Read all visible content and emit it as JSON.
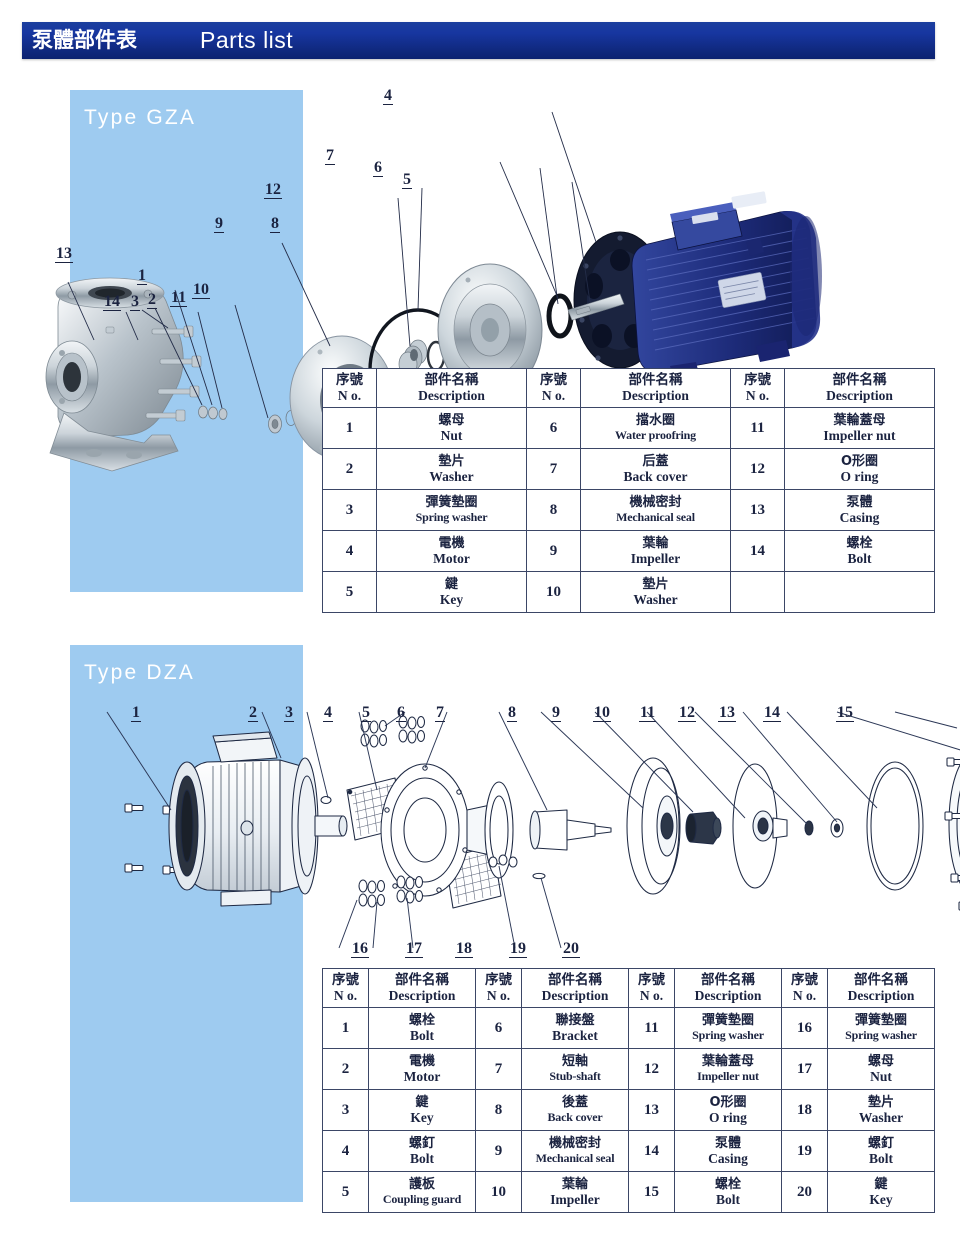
{
  "header": {
    "title_cn": "泵體部件表",
    "title_en": "Parts list",
    "bar_color": "#15309b"
  },
  "panels": {
    "gza_label": "Type GZA",
    "dza_label": "Type DZA",
    "panel_color": "#9ecbf0"
  },
  "gza": {
    "callouts": [
      "1",
      "2",
      "3",
      "4",
      "5",
      "6",
      "7",
      "8",
      "9",
      "10",
      "11",
      "12",
      "13",
      "14"
    ],
    "table": {
      "headers": {
        "no_cn": "序號",
        "no_en": "N o.",
        "desc_cn": "部件名稱",
        "desc_en": "Description"
      },
      "rows": [
        {
          "c1_no": "1",
          "c1_cn": "螺母",
          "c1_en": "Nut",
          "c2_no": "6",
          "c2_cn": "擋水圈",
          "c2_en": "Water proofring",
          "c3_no": "11",
          "c3_cn": "葉輪蓋母",
          "c3_en": "Impeller nut"
        },
        {
          "c1_no": "2",
          "c1_cn": "墊片",
          "c1_en": "Washer",
          "c2_no": "7",
          "c2_cn": "后蓋",
          "c2_en": "Back cover",
          "c3_no": "12",
          "c3_cn": "O形圈",
          "c3_en": "O ring"
        },
        {
          "c1_no": "3",
          "c1_cn": "彈簧墊圈",
          "c1_en": "Spring washer",
          "c2_no": "8",
          "c2_cn": "機械密封",
          "c2_en": "Mechanical seal",
          "c3_no": "13",
          "c3_cn": "泵體",
          "c3_en": "Casing"
        },
        {
          "c1_no": "4",
          "c1_cn": "電機",
          "c1_en": "Motor",
          "c2_no": "9",
          "c2_cn": "葉輪",
          "c2_en": "Impeller",
          "c3_no": "14",
          "c3_cn": "螺栓",
          "c3_en": "Bolt"
        },
        {
          "c1_no": "5",
          "c1_cn": "鍵",
          "c1_en": "Key",
          "c2_no": "10",
          "c2_cn": "墊片",
          "c2_en": "Washer",
          "c3_no": "",
          "c3_cn": "",
          "c3_en": ""
        }
      ]
    }
  },
  "dza": {
    "callouts_top": [
      "1",
      "2",
      "3",
      "4",
      "5",
      "6",
      "7",
      "8",
      "9",
      "10",
      "11",
      "12",
      "13",
      "14",
      "15"
    ],
    "callouts_bottom": [
      "16",
      "17",
      "18",
      "19",
      "20"
    ],
    "table": {
      "headers": {
        "no_cn": "序號",
        "no_en": "N o.",
        "desc_cn": "部件名稱",
        "desc_en": "Description"
      },
      "rows": [
        {
          "c1_no": "1",
          "c1_cn": "螺栓",
          "c1_en": "Bolt",
          "c2_no": "6",
          "c2_cn": "聯接盤",
          "c2_en": "Bracket",
          "c3_no": "11",
          "c3_cn": "彈簧墊圈",
          "c3_en": "Spring washer",
          "c4_no": "16",
          "c4_cn": "彈簧墊圈",
          "c4_en": "Spring washer"
        },
        {
          "c1_no": "2",
          "c1_cn": "電機",
          "c1_en": "Motor",
          "c2_no": "7",
          "c2_cn": "短軸",
          "c2_en": "Stub-shaft",
          "c3_no": "12",
          "c3_cn": "葉輪蓋母",
          "c3_en": "Impeller nut",
          "c4_no": "17",
          "c4_cn": "螺母",
          "c4_en": "Nut"
        },
        {
          "c1_no": "3",
          "c1_cn": "鍵",
          "c1_en": "Key",
          "c2_no": "8",
          "c2_cn": "後蓋",
          "c2_en": "Back cover",
          "c3_no": "13",
          "c3_cn": "O形圈",
          "c3_en": "O ring",
          "c4_no": "18",
          "c4_cn": "墊片",
          "c4_en": "Washer"
        },
        {
          "c1_no": "4",
          "c1_cn": "螺釘",
          "c1_en": "Bolt",
          "c2_no": "9",
          "c2_cn": "機械密封",
          "c2_en": "Mechanical seal",
          "c3_no": "14",
          "c3_cn": "泵體",
          "c3_en": "Casing",
          "c4_no": "19",
          "c4_cn": "螺釘",
          "c4_en": "Bolt"
        },
        {
          "c1_no": "5",
          "c1_cn": "護板",
          "c1_en": "Coupling guard",
          "c2_no": "10",
          "c2_cn": "葉輪",
          "c2_en": "Impeller",
          "c3_no": "15",
          "c3_cn": "螺栓",
          "c3_en": "Bolt",
          "c4_no": "20",
          "c4_cn": "鍵",
          "c4_en": "Key"
        }
      ]
    }
  }
}
